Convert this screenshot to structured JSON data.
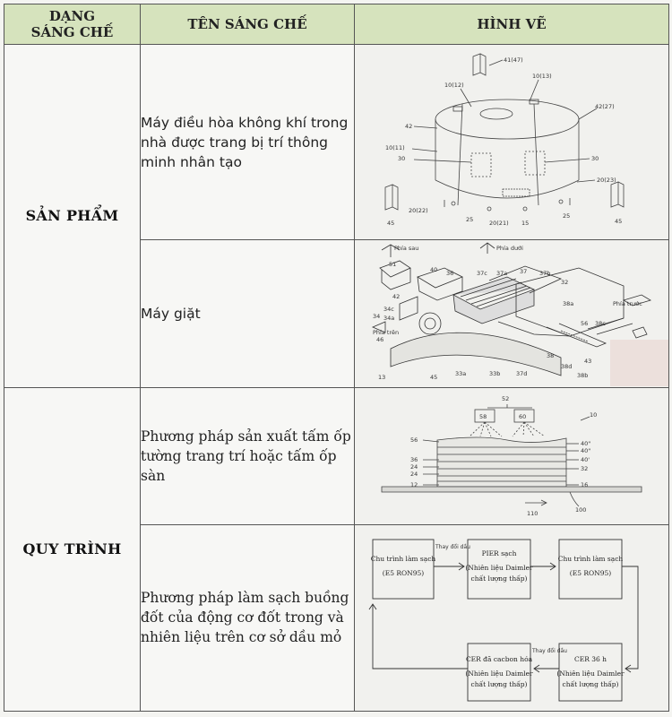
{
  "table": {
    "headers": {
      "type_line1": "DẠNG",
      "type_line2": "SÁNG CHẾ",
      "name": "TÊN SÁNG CHẾ",
      "figure": "HÌNH VẼ"
    },
    "groups": [
      {
        "category": "SẢN PHẨM",
        "rows": [
          {
            "name": "Máy điều hòa không khí trong nhà được trang bị trí thông minh nhân tạo"
          },
          {
            "name": "Máy giặt"
          }
        ]
      },
      {
        "category": "QUY TRÌNH",
        "rows": [
          {
            "name": "Phương pháp sản xuất tấm ốp tường trang trí hoặc tấm ốp sàn"
          },
          {
            "name": "Phương pháp làm sạch buồng đốt của động cơ đốt trong và nhiên liệu trên cơ sở dầu mỏ"
          }
        ]
      }
    ]
  },
  "figures": {
    "ac": {
      "labels": [
        "41(47)",
        "10(12)",
        "10(13)",
        "42",
        "42(27)",
        "10(11)",
        "30",
        "30",
        "20(23)",
        "20(22)",
        "25",
        "20(21)",
        "15",
        "25",
        "45",
        "45"
      ]
    },
    "washer": {
      "labels": [
        "Phía sau",
        "Phía dưới",
        "51",
        "40",
        "36",
        "37c",
        "37a",
        "37",
        "37b",
        "32",
        "42",
        "Phía trước",
        "34c",
        "34",
        "34a",
        "38a",
        "56",
        "38c",
        "Phía trên",
        "46",
        "38",
        "43",
        "38d",
        "13",
        "45",
        "33a",
        "33b",
        "37d",
        "38b"
      ]
    },
    "panel": {
      "labels": [
        "52",
        "58",
        "60",
        "10",
        "56",
        "40\"",
        "40\"",
        "36",
        "40'",
        "24",
        "32",
        "24",
        "12",
        "16",
        "100",
        "110"
      ]
    },
    "flow": {
      "box1_l1": "Chu trình làm sạch",
      "box1_l2": "(E5 RON95)",
      "arrow1": "Thay đổi dầu",
      "box2_l1": "PIER sạch",
      "box2_l2": "(Nhiên liệu Daimler",
      "box2_l3": "chất lượng thấp)",
      "box3_l1": "Chu trình làm sạch",
      "box3_l2": "(E5 RON95)",
      "box4_l1": "CER 36 h",
      "box4_l2": "(Nhiên liệu Daimler",
      "box4_l3": "chất lượng thấp)",
      "arrow2": "Thay đổi dầu",
      "box5_l1": "CER đã cacbon hóa",
      "box5_l2": "(Nhiên liệu Daimler",
      "box5_l3": "chất lượng thấp)"
    }
  }
}
